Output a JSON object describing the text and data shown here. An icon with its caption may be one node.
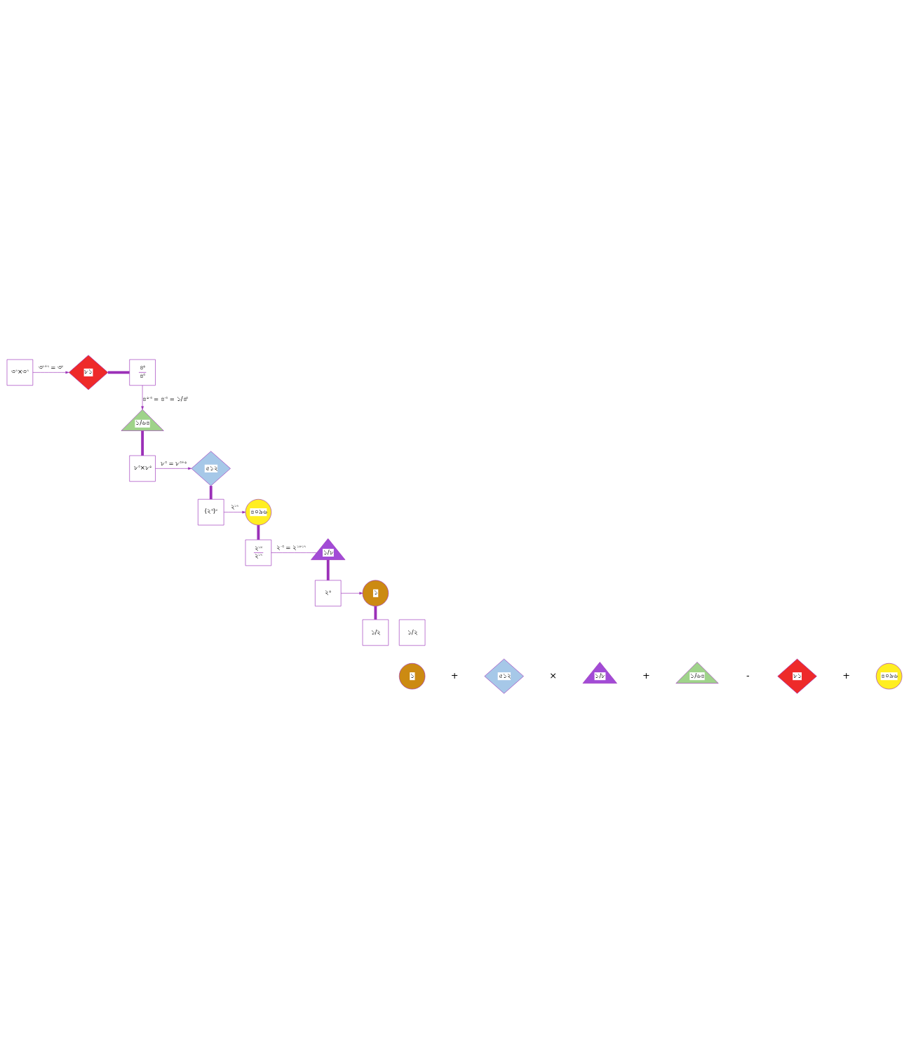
{
  "diagram": {
    "nodes": [
      {
        "text": [
          "৩$^{২}$×৩$^{২}$"
        ]
      },
      {
        "text": [
          "৮১"
        ]
      },
      {
        "text": [
          "৪$^{০}$",
          "৪$^{৩}$"
        ]
      },
      {
        "text": [
          "১/৬৪"
        ]
      },
      {
        "text": [
          "৮$^{৩}$×৮$^{০}$"
        ]
      },
      {
        "text": [
          "৫১২"
        ]
      },
      {
        "text": [
          "(২$^{৩}$)$^{৪}$"
        ]
      },
      {
        "text": [
          "৪০৯৬"
        ]
      },
      {
        "text": [
          "২$^{১৪}$",
          "২$^{১৭}$"
        ]
      },
      {
        "text": [
          "১/৮"
        ]
      },
      {
        "text": [
          "২$^{০}$"
        ]
      },
      {
        "text": [
          "১"
        ]
      },
      {
        "text": [
          "১/২"
        ]
      },
      {
        "text": [
          "১/২"
        ]
      },
      {
        "text": [
          "১"
        ]
      },
      {
        "text": [
          "৫১২"
        ]
      },
      {
        "text": [
          "১/৮"
        ]
      },
      {
        "text": [
          "১/৬৪"
        ]
      },
      {
        "text": [
          "৮১"
        ]
      },
      {
        "text": [
          "৪০৯৬"
        ]
      }
    ],
    "edges": [
      {
        "from": 0,
        "to": 1,
        "arrow": "to",
        "label": "৩$^{২+২}$ = ৩$^{৪}$"
      },
      {
        "from": 1,
        "to": 2,
        "arrow": "none",
        "style": "thick"
      },
      {
        "from": 2,
        "to": 3,
        "arrow": "to",
        "label": "৪$^{০-৩}$ = ৪$^{-৩}$ = ১/৪$^{৩}$"
      },
      {
        "from": 3,
        "to": 4,
        "arrow": "none",
        "style": "thick"
      },
      {
        "from": 4,
        "to": 5,
        "arrow": "to",
        "label": "৮$^{৩}$ = ৮$^{৩+০}$"
      },
      {
        "from": 5,
        "to": 6,
        "arrow": "none",
        "style": "thick"
      },
      {
        "from": 6,
        "to": 7,
        "arrow": "to",
        "label": "২$^{১২}$"
      },
      {
        "from": 7,
        "to": 8,
        "arrow": "none",
        "style": "thick"
      },
      {
        "from": 8,
        "to": 9,
        "arrow": "none",
        "label": "২$^{-৩}$ = ২$^{১৪-১৭}$"
      },
      {
        "from": 9,
        "to": 10,
        "arrow": "none",
        "style": "thick"
      },
      {
        "from": 10,
        "to": 11,
        "arrow": "to"
      },
      {
        "from": 11,
        "to": 13,
        "arrow": "none",
        "style": "thick"
      }
    ],
    "labels": [
      "+",
      "×",
      "+",
      "-",
      "+"
    ]
  }
}
